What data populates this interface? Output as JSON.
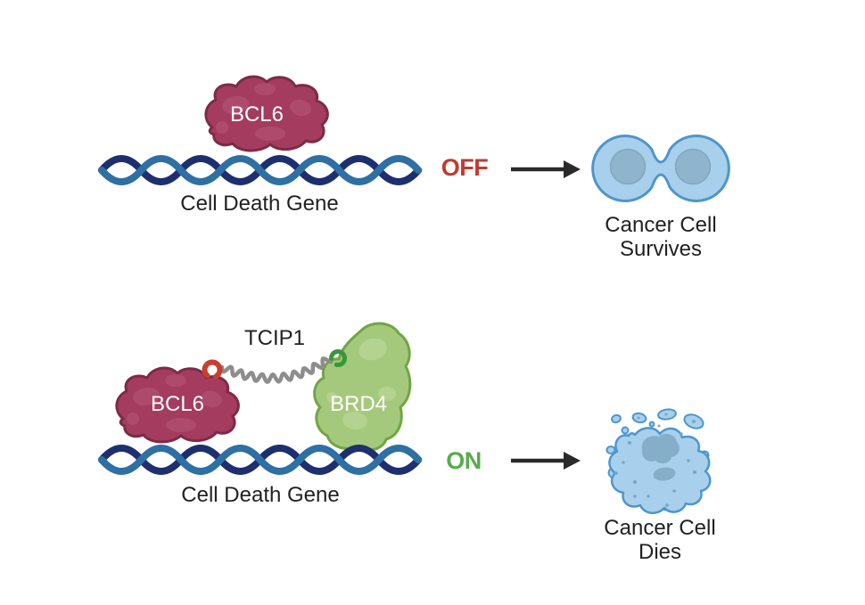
{
  "panels": {
    "off_state": {
      "protein": "BCL6",
      "gene_label": "Cell Death Gene",
      "state_label": "OFF",
      "outcome_line1": "Cancer Cell",
      "outcome_line2": "Survives"
    },
    "on_state": {
      "linker_label": "TCIP1",
      "protein_left": "BCL6",
      "protein_right": "BRD4",
      "gene_label": "Cell Death Gene",
      "state_label": "ON",
      "outcome_line1": "Cancer Cell",
      "outcome_line2": "Dies"
    }
  },
  "colors": {
    "background": "#ffffff",
    "off_red": "#c23a31",
    "on_green": "#55ad4b",
    "bcl6_fill": "#a43c5f",
    "bcl6_outline": "#7c2b45",
    "bcl6_texture": "#bb5f7d",
    "brd4_fill": "#a5c97c",
    "brd4_outline": "#71a544",
    "brd4_texture": "#bcd99c",
    "dna_dark": "#1e2f6f",
    "dna_light": "#2e6fa4",
    "linker_gray": "#8d8d8d",
    "hook_red": "#c5402f",
    "hook_green": "#37973b",
    "cell_fill": "#a8d0ec",
    "cell_outline": "#4e96cc",
    "nucleus_fill": "#8fb4cd",
    "debris_patch": "#85afc9",
    "arrow_black": "#2a2a2a",
    "text_dark": "#212121",
    "protein_text": "#ffffff"
  }
}
